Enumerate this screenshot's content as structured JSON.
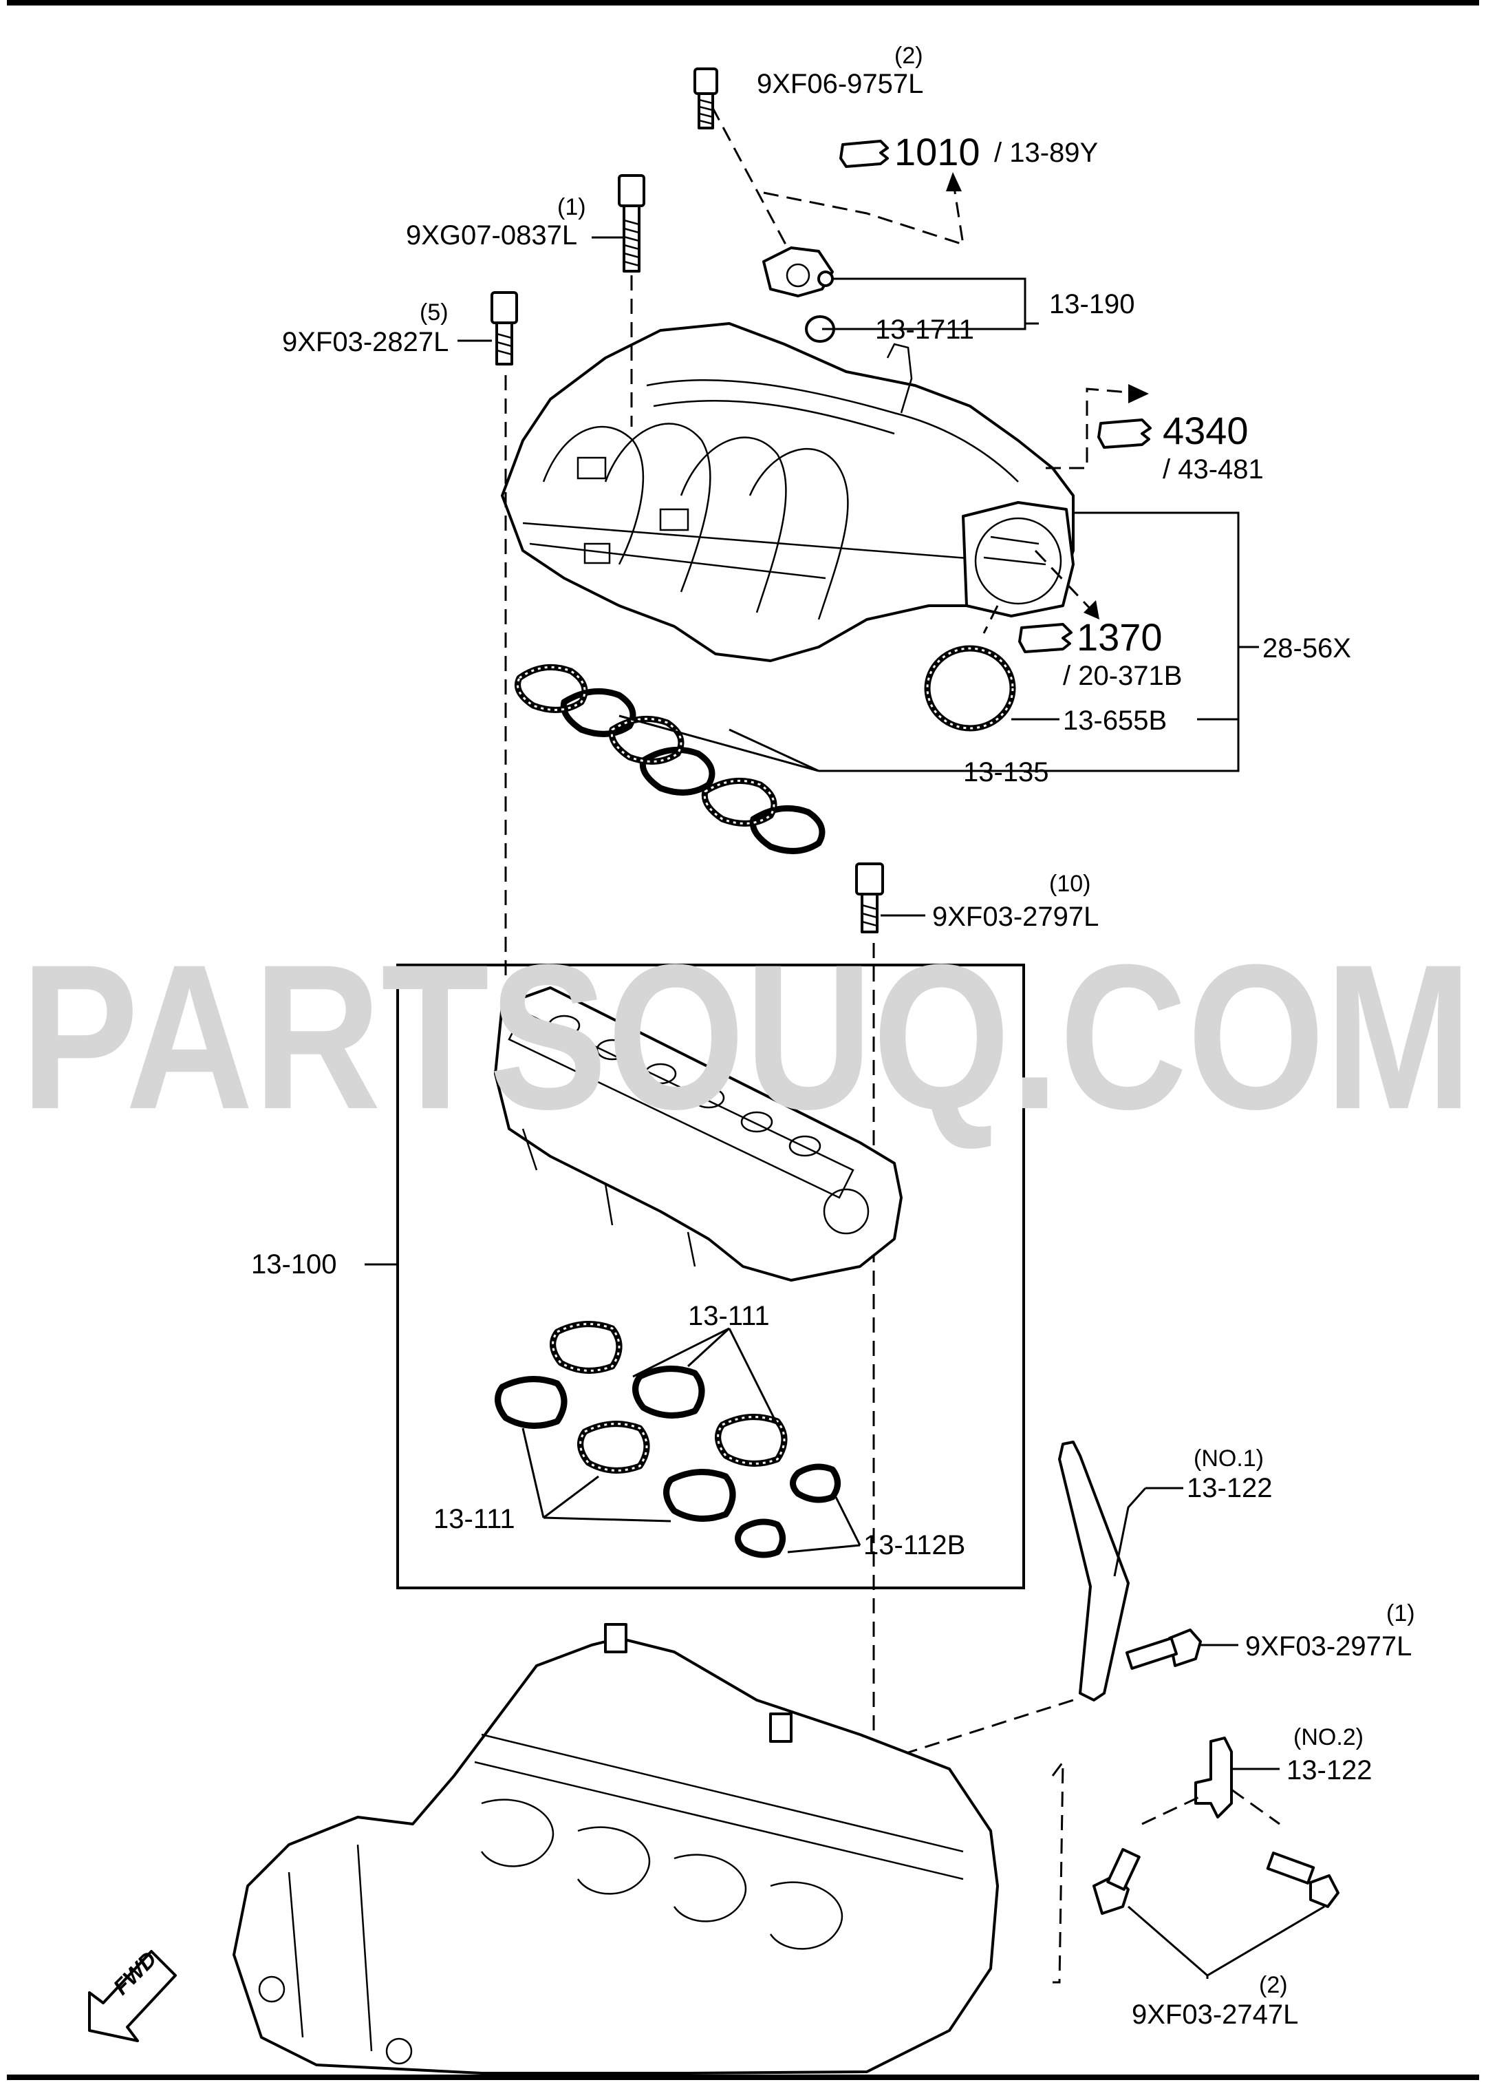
{
  "watermark": "PARTSOUQ.COM",
  "callouts": [
    {
      "id": "c-9xf06",
      "text": "9XF06-9757L",
      "qty": "(2)"
    },
    {
      "id": "c-9xg07",
      "text": "9XG07-0837L",
      "qty": "(1)"
    },
    {
      "id": "c-9xf03-2827",
      "text": "9XF03-2827L",
      "qty": "(5)"
    },
    {
      "id": "c-13-190",
      "text": "13-190"
    },
    {
      "id": "c-13-1711",
      "text": "13-1711"
    },
    {
      "id": "c-28-56x",
      "text": "28-56X"
    },
    {
      "id": "c-13-655b",
      "text": "13-655B"
    },
    {
      "id": "c-13-135",
      "text": "13-135"
    },
    {
      "id": "c-9xf03-2797",
      "text": "9XF03-2797L",
      "qty": "(10)"
    },
    {
      "id": "c-13-100",
      "text": "13-100"
    },
    {
      "id": "c-13-111-a",
      "text": "13-111"
    },
    {
      "id": "c-13-111-b",
      "text": "13-111"
    },
    {
      "id": "c-13-112b",
      "text": "13-112B"
    },
    {
      "id": "c-13-122-a",
      "text": "13-122",
      "note": "(NO.1)"
    },
    {
      "id": "c-9xf03-2977",
      "text": "9XF03-2977L",
      "qty": "(1)"
    },
    {
      "id": "c-13-122-b",
      "text": "13-122",
      "note": "(NO.2)"
    },
    {
      "id": "c-9xf03-2747",
      "text": "9XF03-2747L",
      "qty": "(2)"
    }
  ],
  "references": [
    {
      "id": "r-1010",
      "number": "1010",
      "sub": "/ 13-89Y"
    },
    {
      "id": "r-4340",
      "number": "4340",
      "sub": "/ 43-481"
    },
    {
      "id": "r-1370",
      "number": "1370",
      "sub": "/ 20-371B"
    }
  ],
  "fwd_label": "FWD"
}
